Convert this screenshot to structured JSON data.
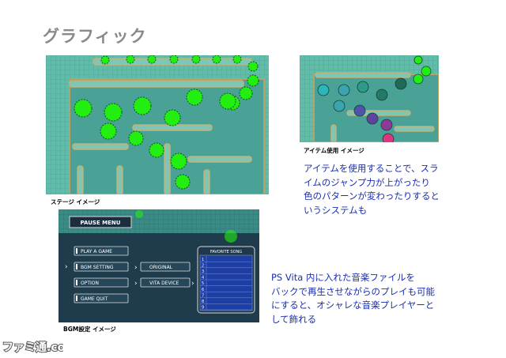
{
  "heading": "グラフィック",
  "panels": {
    "stage": {
      "caption": "ステージ イメージ"
    },
    "item": {
      "caption": "アイテム使用 イメージ",
      "description": "アイテムを使用することで、スラ\nイムのジャンプ力が上がったり\n色のパターンが変わったりすると\nいうシステムも"
    },
    "bgm": {
      "caption": "BGM設定 イメージ",
      "description": " PS Vita 内に入れた音楽ファイルを\nバックで再生させながらのプレイも可能\nにすると、オシャレな音楽プレイヤーと\nして飾れる",
      "menu_title": "PAUSE MENU",
      "buttons": [
        "PLAY A GAME",
        "BGM SETTING",
        "OPTION",
        "GAME QUIT"
      ],
      "sub_buttons": [
        "ORIGINAL",
        "VITA DEVICE"
      ],
      "song_list_title": "FAVORITE SONG",
      "song_numbers": [
        "1",
        "2",
        "3",
        "4",
        "5",
        "6",
        "7",
        "8",
        "9"
      ]
    }
  },
  "logo_text": "ファミ通.com",
  "colors": {
    "heading": "#8a8a8a",
    "description": "#1a2fb0",
    "board_bg": "#5fb9a9",
    "slime_green": "#22ee11",
    "menu_bg": "#1c3548"
  }
}
